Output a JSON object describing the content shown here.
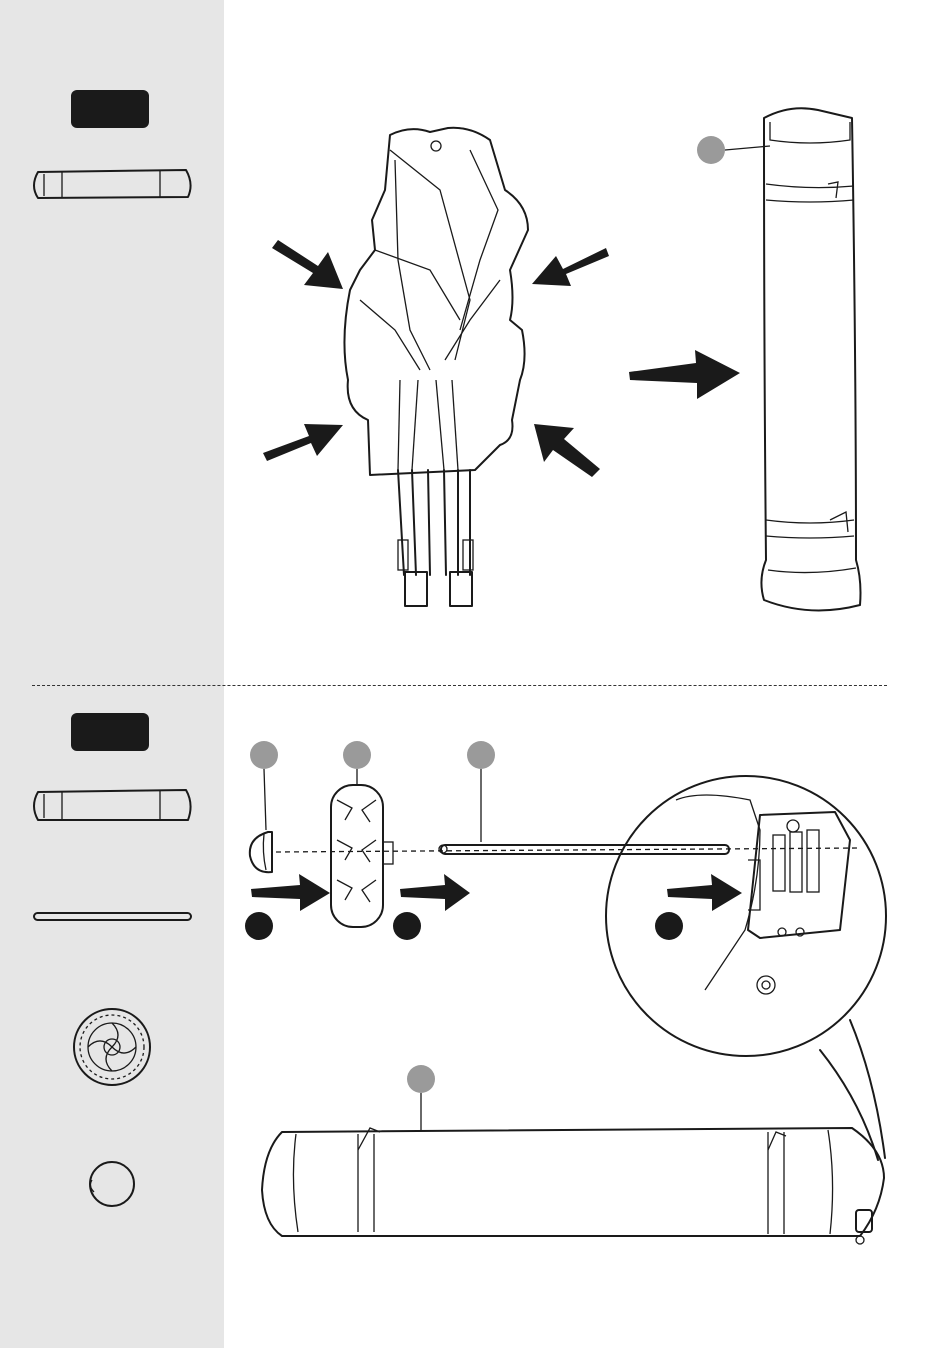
{
  "steps": [
    {
      "badge_label": ""
    },
    {
      "badge_label": ""
    }
  ],
  "parts": {
    "step1": [
      "carry-bag"
    ],
    "step2": [
      "carry-bag",
      "axle-rod",
      "wheel",
      "hub-cap"
    ]
  },
  "callouts": {
    "step1": [
      ""
    ],
    "step2_grey": [
      "",
      "",
      "",
      ""
    ],
    "step2_black": [
      "",
      "",
      ""
    ]
  },
  "colors": {
    "sidebar": "#e6e6e6",
    "badge": "#1a1a1a",
    "callout_grey": "#9a9a9a",
    "callout_black": "#1a1a1a",
    "ink": "#1a1a1a"
  }
}
